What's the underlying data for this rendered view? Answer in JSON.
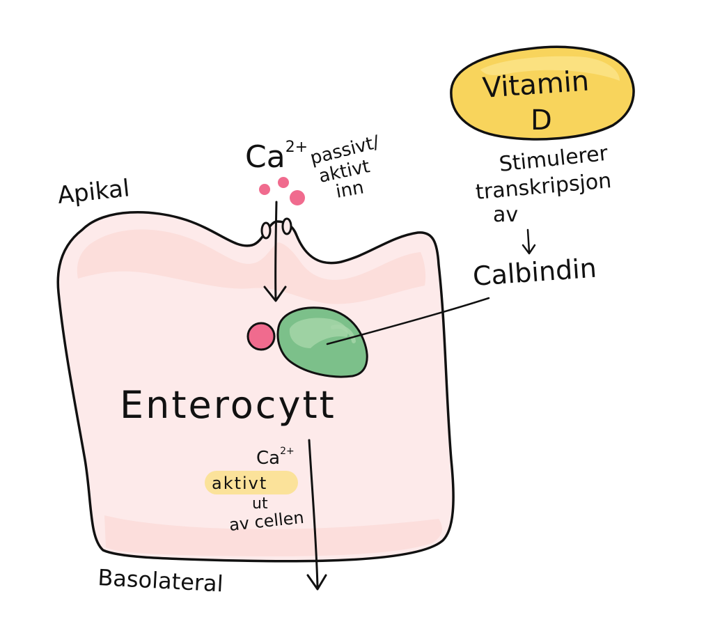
{
  "labels": {
    "apical": "Apikal",
    "basolateral": "Basolateral",
    "enterocyte": "Enterocytt",
    "calcium_in": "Ca",
    "calcium_in_charge": "2+",
    "passive_active_line1": "passivt/",
    "passive_active_line2": "aktivt",
    "passive_active_line3": "inn",
    "vitamin_line1": "Vitamin",
    "vitamin_line2": "D",
    "stimulates_line1": "Stimulerer",
    "stimulates_line2": "transkripsjon",
    "stimulates_line3": "av",
    "calbindin": "Calbindin",
    "calcium_out": "Ca",
    "calcium_out_charge": "2+",
    "active_out_line1": "aktivt",
    "active_out_line2": "ut",
    "active_out_line3": "av cellen"
  },
  "colors": {
    "cell_fill": "#fdeaea",
    "cell_shade": "#fbd9d6",
    "vitamin_fill": "#f8d45c",
    "vitamin_highlight": "#fbe48a",
    "calbindin_fill": "#7cc08a",
    "calbindin_light": "#a6d6a9",
    "calcium_fill": "#f06b8e",
    "highlight_fill": "#fbe29a",
    "ink": "#111111"
  }
}
